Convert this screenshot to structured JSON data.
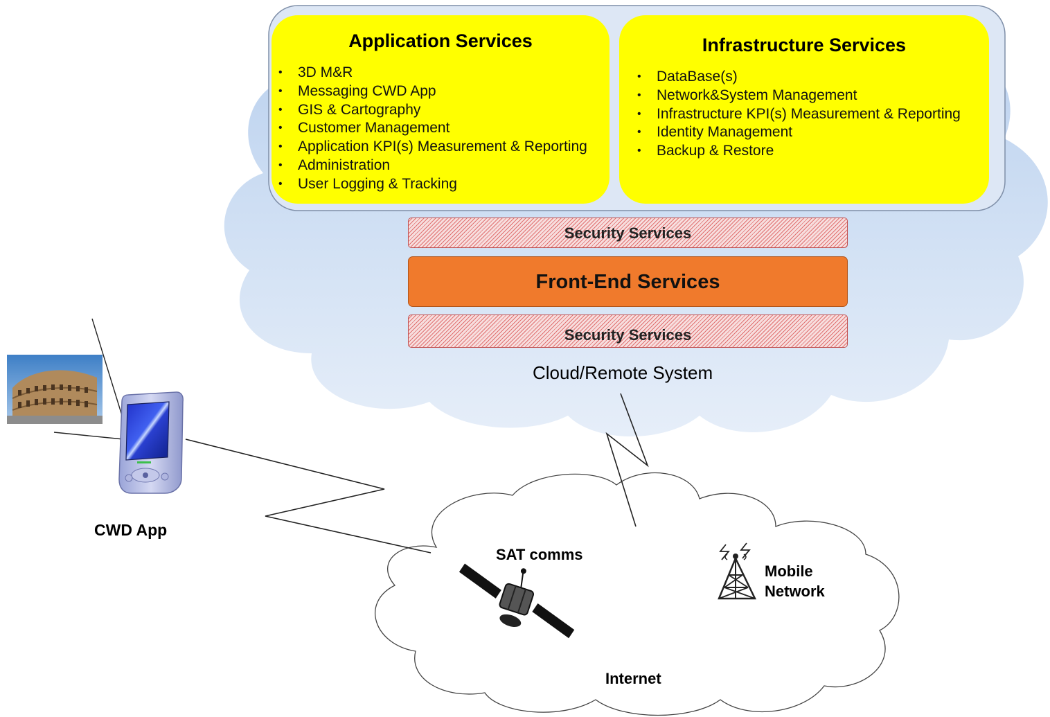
{
  "application_services": {
    "title": "Application Services",
    "items": [
      "3D M&R",
      "Messaging CWD App",
      "GIS & Cartography",
      "Customer Management",
      "Application KPI(s) Measurement & Reporting",
      "Administration",
      "User Logging & Tracking"
    ]
  },
  "infrastructure_services": {
    "title": "Infrastructure Services",
    "items": [
      "DataBase(s)",
      "Network&System Management",
      "Infrastructure KPI(s) Measurement & Reporting",
      "Identity Management",
      "Backup & Restore"
    ]
  },
  "security_top": "Security Services",
  "front_end": "Front-End Services",
  "security_bottom": "Security Services",
  "cloud_label": "Cloud/Remote System",
  "cwd_app_label": "CWD App",
  "sat_label": "SAT comms",
  "mobile_label_line1": "Mobile",
  "mobile_label_line2": "Network",
  "internet_label": "Internet",
  "colors": {
    "service_box": "#ffff00",
    "front_end": "#f07a2c",
    "security_hatch": "#e07070",
    "cloud": "#c9daf0"
  }
}
